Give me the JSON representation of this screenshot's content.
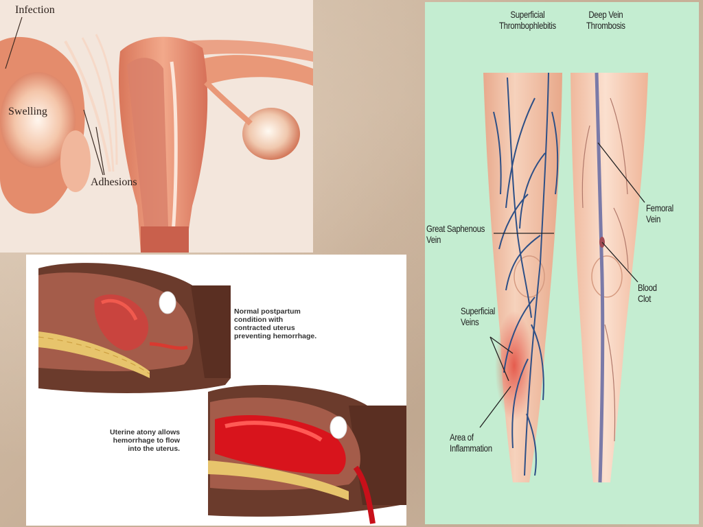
{
  "infection_diagram": {
    "label_infection": "Infection",
    "label_swelling": "Swelling",
    "label_adhesions": "Adhesions"
  },
  "postpartum_diagram": {
    "caption_normal": "Normal postpartum\ncondition with\ncontracted uterus\npreventing hemorrhage.",
    "caption_atony": "Uterine atony allows\nhemorrhage to flow\ninto the uterus."
  },
  "leg_diagram": {
    "title_left": "Superficial\nThrombophlebitis",
    "title_right": "Deep Vein\nThrombosis",
    "label_great_saphenous": "Great Saphenous\nVein",
    "label_superficial_veins": "Superficial\nVeins",
    "label_inflammation": "Area of\nInflammation",
    "label_femoral": "Femoral Vein",
    "label_clot": "Blood\nClot"
  },
  "colors": {
    "tissue": "#e89a7c",
    "vein": "#2d4f86",
    "hemorrhage": "#d81a1f",
    "leg_background": "#c4edd1"
  }
}
